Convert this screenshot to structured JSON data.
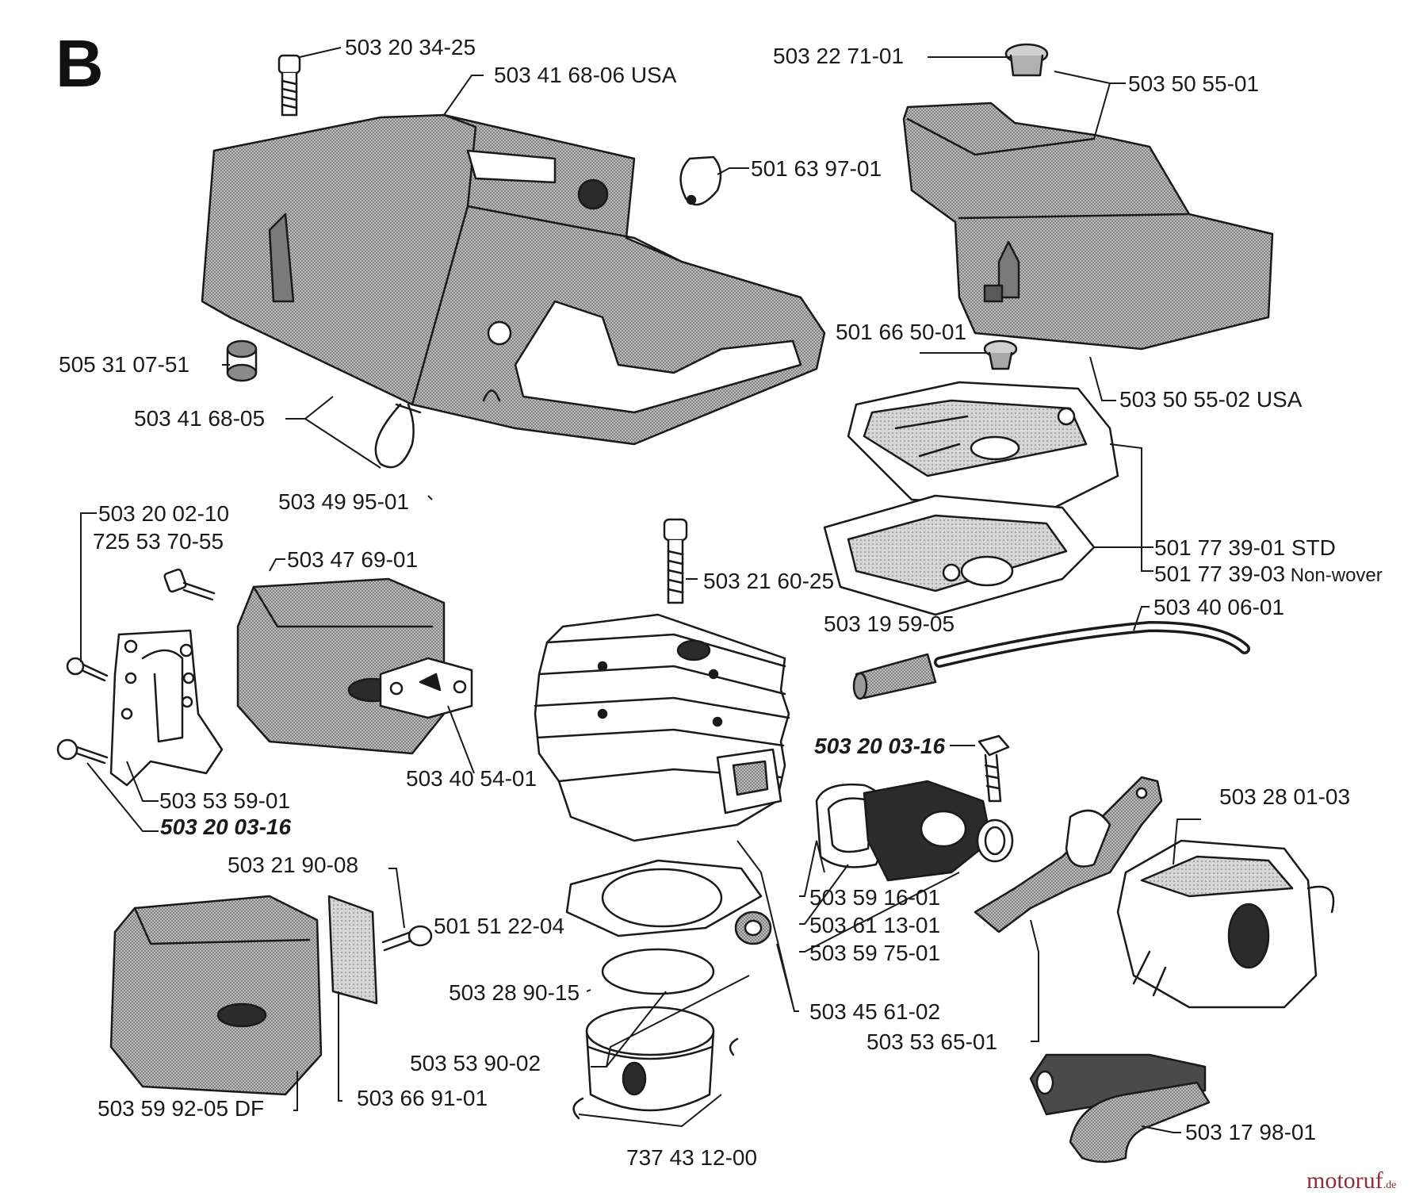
{
  "section_letter": "B",
  "parts": [
    {
      "id": "p1",
      "number": "503 20 34-25"
    },
    {
      "id": "p2",
      "number": "503 41 68-06 USA"
    },
    {
      "id": "p3",
      "number": "501 63 97-01"
    },
    {
      "id": "p4",
      "number": "505 31 07-51"
    },
    {
      "id": "p5",
      "number": "503 41 68-05"
    },
    {
      "id": "p6",
      "number": "503 49 95-01"
    },
    {
      "id": "p7",
      "number": "503 22 71-01"
    },
    {
      "id": "p8",
      "number": "503 50 55-01"
    },
    {
      "id": "p9",
      "number": "501 66 50-01"
    },
    {
      "id": "p10",
      "number": "503 50 55-02 USA"
    },
    {
      "id": "p11",
      "number": "501 77 39-01 STD"
    },
    {
      "id": "p12",
      "number": "501 77 39-03",
      "suffix": "Non-wover"
    },
    {
      "id": "p13",
      "number": "503 20 02-10"
    },
    {
      "id": "p14",
      "number": "725 53 70-55"
    },
    {
      "id": "p15",
      "number": "503 47 69-01"
    },
    {
      "id": "p16",
      "number": "503 21 60-25"
    },
    {
      "id": "p17",
      "number": "503 19 59-05"
    },
    {
      "id": "p18",
      "number": "503 40 06-01"
    },
    {
      "id": "p19",
      "number": "503 40 54-01"
    },
    {
      "id": "p20",
      "number": "503 53 59-01"
    },
    {
      "id": "p21",
      "number": "503 20 03-16",
      "emphasis": true
    },
    {
      "id": "p22",
      "number": "503 20 03-16",
      "emphasis": true
    },
    {
      "id": "p23",
      "number": "503 28 01-03"
    },
    {
      "id": "p24",
      "number": "503 21 90-08"
    },
    {
      "id": "p25",
      "number": "501 51 22-04"
    },
    {
      "id": "p26",
      "number": "503 59 16-01"
    },
    {
      "id": "p27",
      "number": "503 61 13-01"
    },
    {
      "id": "p28",
      "number": "503 59 75-01"
    },
    {
      "id": "p29",
      "number": "503 28 90-15"
    },
    {
      "id": "p30",
      "number": "503 45 61-02"
    },
    {
      "id": "p31",
      "number": "503 53 65-01"
    },
    {
      "id": "p32",
      "number": "503 53 90-02"
    },
    {
      "id": "p33",
      "number": "503 59 92-05 DF"
    },
    {
      "id": "p34",
      "number": "503 66 91-01"
    },
    {
      "id": "p35",
      "number": "737 43 12-00"
    },
    {
      "id": "p36",
      "number": "503 17 98-01"
    }
  ],
  "watermark": {
    "main": "motoruf",
    "tld": ".de"
  },
  "colors": {
    "line": "#1a1a1a",
    "shade": "#8c8c8c",
    "watermark": "#8d2f3a"
  }
}
